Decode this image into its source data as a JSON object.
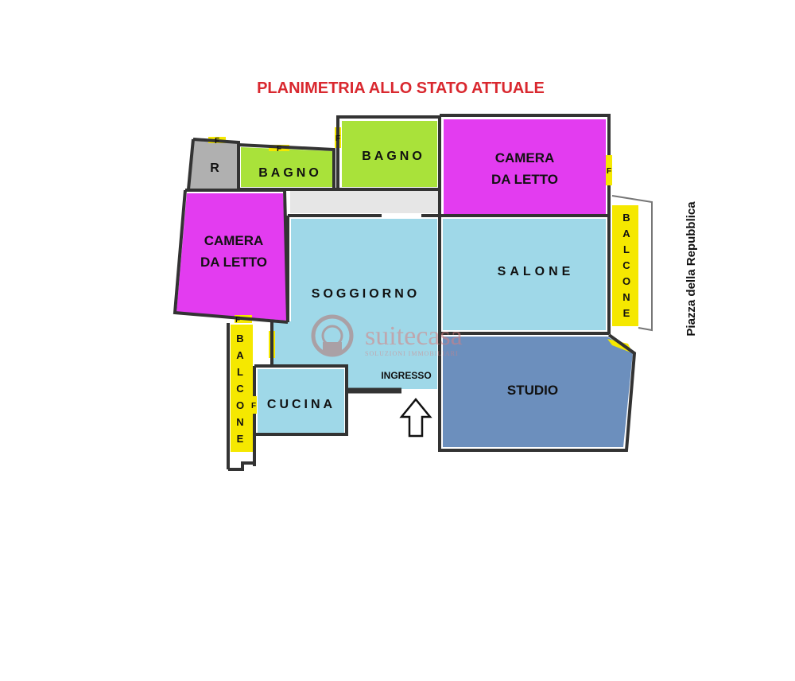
{
  "title": "PLANIMETRIA ALLO STATO ATTUALE",
  "street": "Piazza della Repubblica",
  "rooms": {
    "ripostiglio": "R",
    "bagno_small": "BAGNO",
    "bagno_main": "BAGNO",
    "camera_right_l1": "CAMERA",
    "camera_right_l2": "DA LETTO",
    "camera_left_l1": "CAMERA",
    "camera_left_l2": "DA LETTO",
    "soggiorno": "SOGGIORNO",
    "salone": "SALONE",
    "studio": "STUDIO",
    "cucina": "CUCINA",
    "ingresso": "INGRESSO",
    "balcone_right": [
      "B",
      "A",
      "L",
      "C",
      "O",
      "N",
      "E"
    ],
    "balcone_left": [
      "B",
      "A",
      "L",
      "C",
      "O",
      "N",
      "E"
    ]
  },
  "window_mark": "F",
  "watermark": {
    "brand": "suitecasa",
    "tagline": "SOLUZIONI IMMOBILIARI"
  },
  "colors": {
    "title": "#d9282f",
    "camera": "#e33cf0",
    "bagno": "#a9e23a",
    "soggiorno": "#9fd8e8",
    "studio": "#6c8fbd",
    "balcone": "#f5e800",
    "ripostiglio": "#b0b0b0",
    "corridoio": "#e6e6e6",
    "wall": "#333333"
  }
}
